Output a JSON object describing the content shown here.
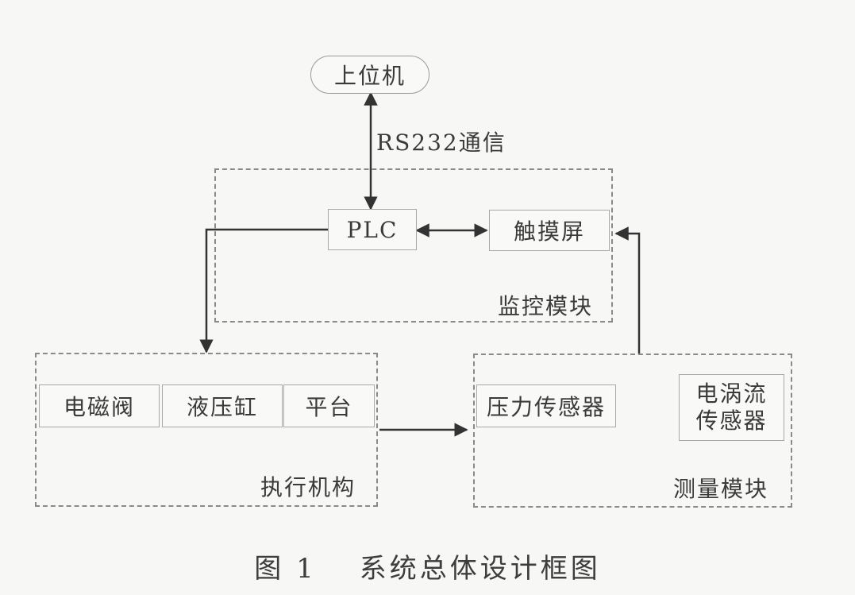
{
  "nodes": {
    "host": "上位机",
    "plc": "PLC",
    "touchscreen": "触摸屏",
    "solenoid_valve": "电磁阀",
    "hydraulic_cylinder": "液压缸",
    "platform": "平台",
    "pressure_sensor": "压力传感器",
    "eddy_sensor_line1": "电涡流",
    "eddy_sensor_line2": "传感器"
  },
  "groups": {
    "monitoring": "监控模块",
    "actuator": "执行机构",
    "measurement": "测量模块"
  },
  "edges": {
    "host_plc": "RS232通信"
  },
  "caption": {
    "number": "图 1",
    "title": "系统总体设计框图"
  }
}
